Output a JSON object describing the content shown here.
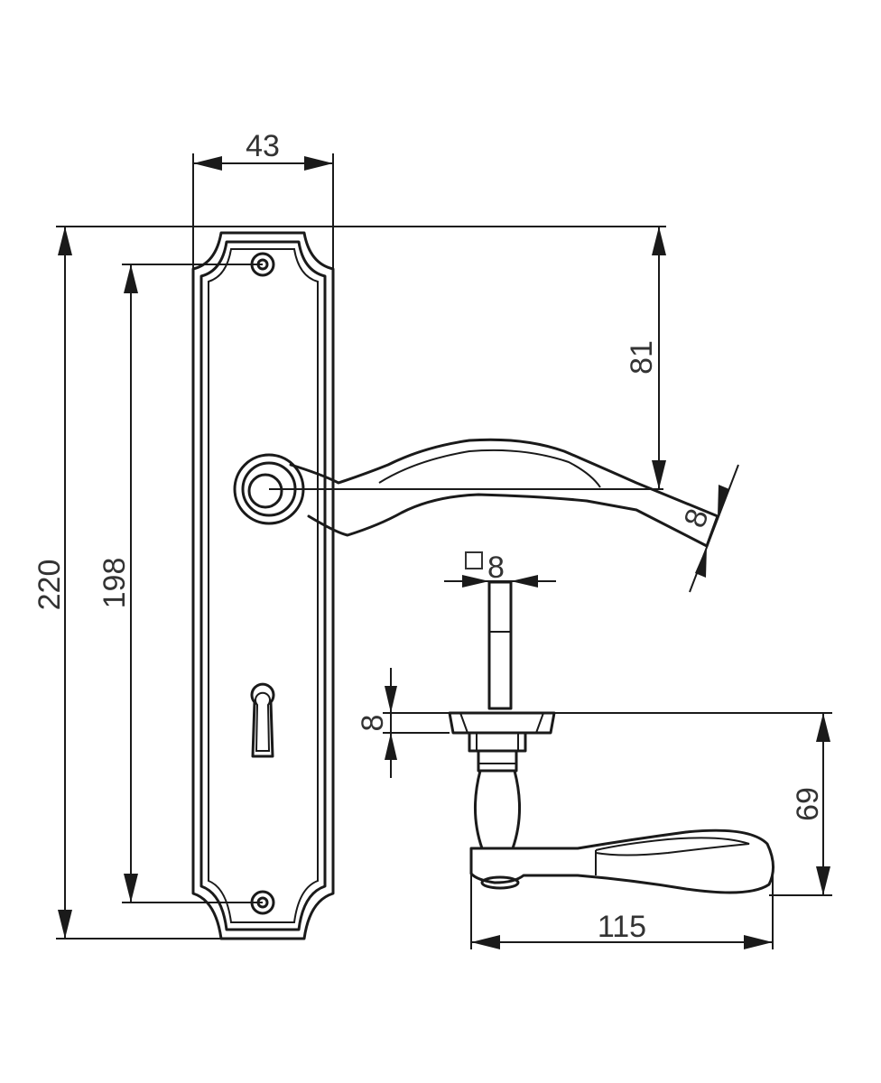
{
  "dimensions": {
    "plate_width": "43",
    "total_height": "220",
    "screw_spacing": "198",
    "handle_axis_from_top": "81",
    "lever_thickness": "8",
    "spindle_square": "8",
    "rose_thickness": "8",
    "projection": "69",
    "handle_length": "115"
  },
  "spindle_symbol": "square-symbol-icon",
  "colors": {
    "line": "#1a1a1a",
    "text": "#333333",
    "background": "#ffffff"
  }
}
